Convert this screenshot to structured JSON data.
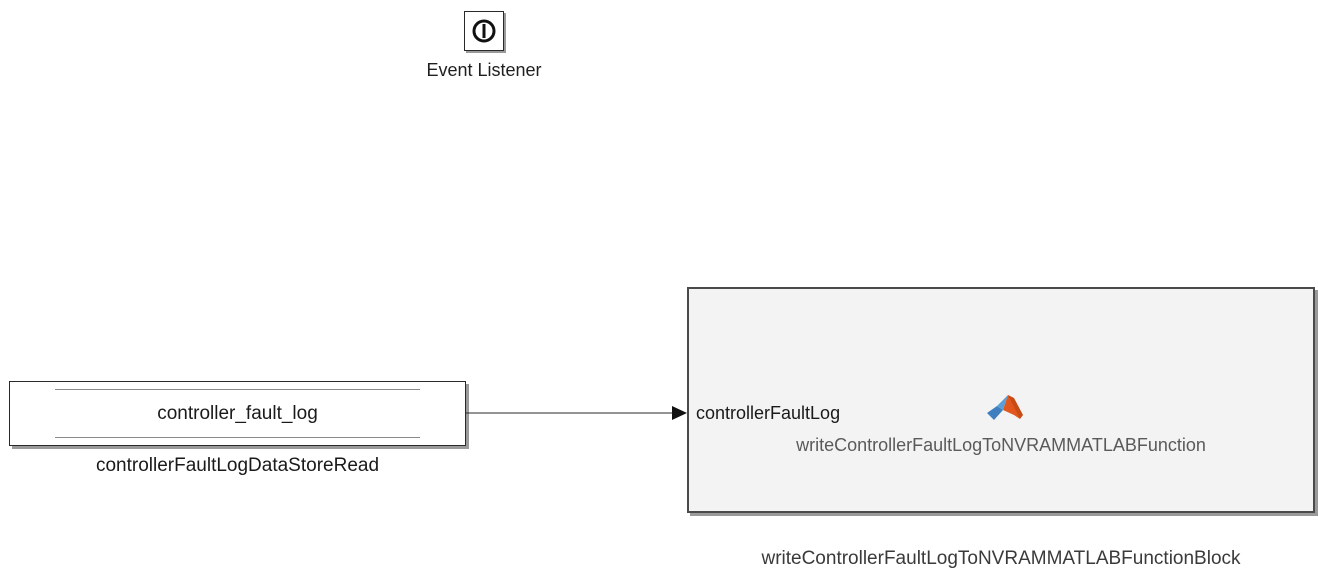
{
  "event_listener": {
    "label": "Event Listener",
    "icon": "power-symbol-icon"
  },
  "data_store_read": {
    "data_store_name": "controller_fault_log",
    "block_name": "controllerFaultLogDataStoreRead"
  },
  "matlab_function": {
    "input_port": "controllerFaultLog",
    "function_name": "writeControllerFaultLogToNVRAMMATLABFunction",
    "block_name": "writeControllerFaultLogToNVRAMMATLABFunctionBlock",
    "icon": "matlab-logo-icon"
  },
  "colors": {
    "block_border": "#2a2a2a",
    "block_shadow": "#9a9a9a",
    "subsystem_fill": "#f3f3f3",
    "matlab_orange": "#e2571e",
    "matlab_blue": "#4f90c8"
  }
}
